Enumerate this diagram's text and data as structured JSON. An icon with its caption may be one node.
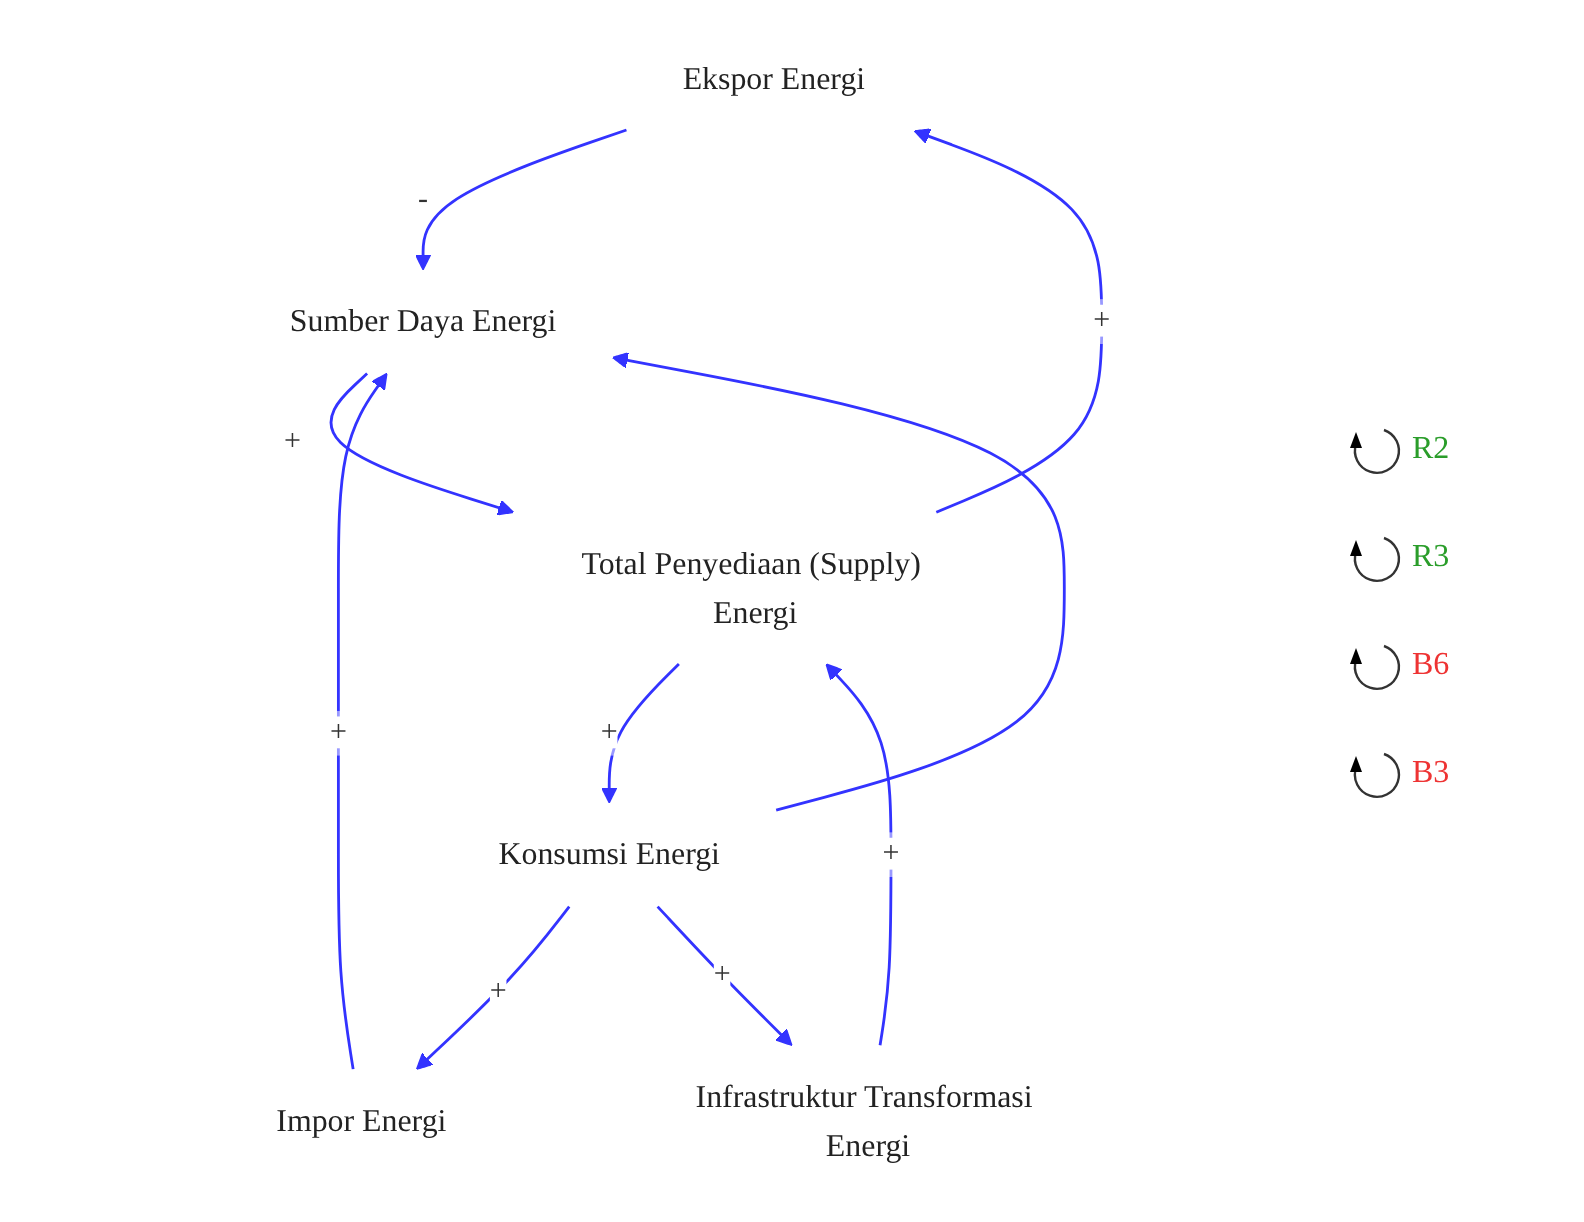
{
  "diagram": {
    "nodes": [
      {
        "text": [
          "Ekspor Energi"
        ]
      },
      {
        "text": [
          "Impor Energi"
        ]
      },
      {
        "text": [
          "Infrastruktur Transformasi Energi"
        ]
      },
      {
        "text": [
          "Konsumsi Energi"
        ]
      },
      {
        "text": [
          "Total Penyediaan (Supply) Energi"
        ]
      },
      {
        "text": [
          "Sumber Daya Energi"
        ]
      }
    ],
    "edges": [
      {
        "from": 3,
        "to": 1,
        "arrow": "to",
        "label": "+"
      },
      {
        "from": 3,
        "to": 2,
        "arrow": "to",
        "label": "+"
      },
      {
        "from": 2,
        "to": 4,
        "arrow": "to",
        "label": "+"
      },
      {
        "from": 4,
        "to": 3,
        "arrow": "to",
        "label": "+"
      },
      {
        "from": 4,
        "to": 0,
        "arrow": "to",
        "label": "+"
      },
      {
        "from": 0,
        "to": 5,
        "arrow": "to",
        "label": "-"
      },
      {
        "from": 3,
        "to": 5,
        "arrow": "to"
      },
      {
        "from": 5,
        "to": 4,
        "arrow": "to",
        "label": "+"
      },
      {
        "from": 1,
        "to": 5,
        "arrow": "to",
        "label": "+"
      }
    ],
    "labels": [
      "R2",
      "R3",
      "B6",
      "B3"
    ]
  }
}
